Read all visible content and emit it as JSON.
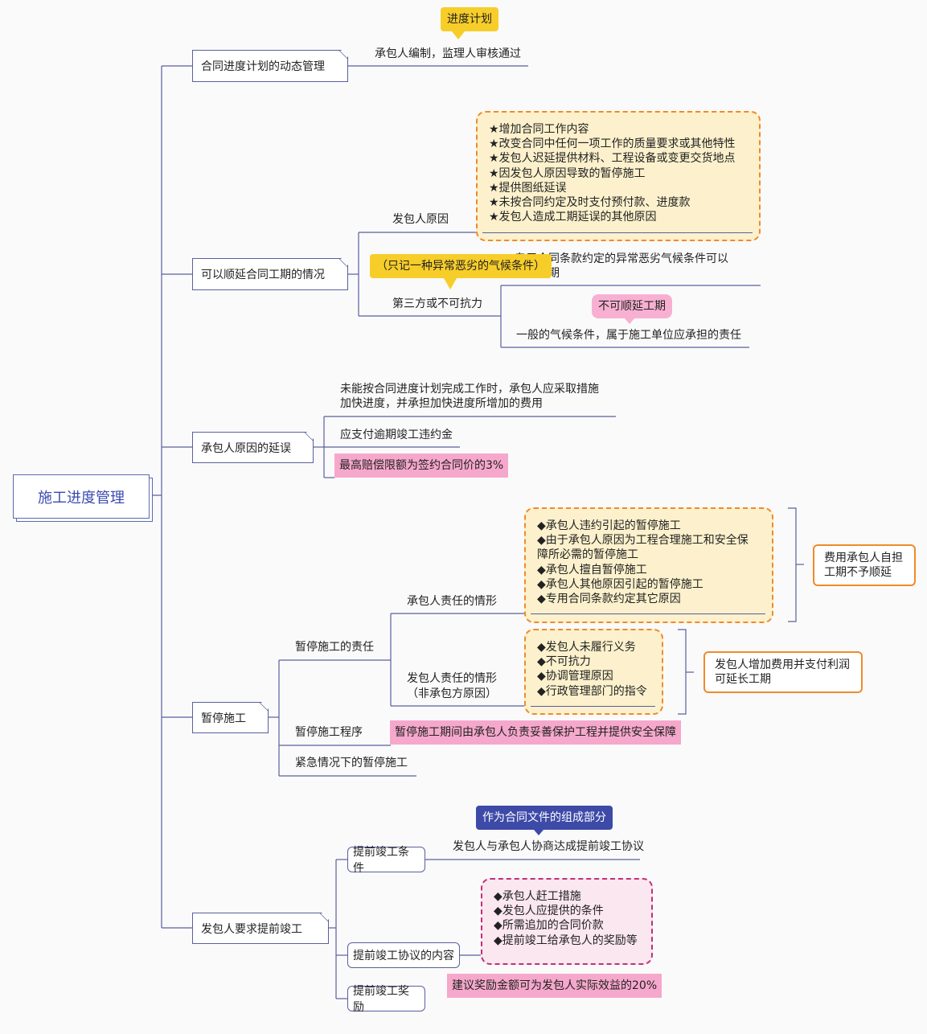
{
  "root": "施工进度管理",
  "b1": {
    "label": "合同进度计划的动态管理",
    "text": "承包人编制，监理人审核通过",
    "callout": "进度计划"
  },
  "b2": {
    "label": "可以顺延合同工期的情况",
    "employer": "发包人原因",
    "employer_items": [
      "★增加合同工作内容",
      "★改变合同中任何一项工作的质量要求或其他特性",
      "★发包人迟延提供材料、工程设备或变更交货地点",
      "★因发包人原因导致的暂停施工",
      "★提供图纸延误",
      "★未按合同约定及时支付预付款、进度款",
      "★发包人造成工期延误的其他原因"
    ],
    "third": "第三方或不可抗力",
    "third_a_line1": "专用合同条款约定的异常恶劣气候条件可以",
    "third_a_line2": "顺延工期",
    "third_a_callout": "（只记一种异常恶劣的气候条件）",
    "third_b": "一般的气候条件，属于施工单位应承担的责任",
    "third_b_callout": "不可顺延工期"
  },
  "b3": {
    "label": "承包人原因的延误",
    "item1_line1": "未能按合同进度计划完成工作时，承包人应采取措施",
    "item1_line2": "加快进度，并承担加快进度所增加的费用",
    "item2": "应支付逾期竣工违约金",
    "item3": "最高赔偿限额为签约合同价的3%"
  },
  "b4": {
    "label": "暂停施工",
    "resp": "暂停施工的责任",
    "contractor": "承包人责任的情形",
    "contractor_items": [
      "◆承包人违约引起的暂停施工",
      "◆由于承包人原因为工程合理施工和安全保",
      "障所必需的暂停施工",
      "◆承包人擅自暂停施工",
      "◆承包人其他原因引起的暂停施工",
      "◆专用合同条款约定其它原因"
    ],
    "contractor_summary": "费用承包人自担工期不予顺延",
    "employer_line1": "发包人责任的情形",
    "employer_line2": "（非承包方原因）",
    "employer_items": [
      "◆发包人未履行义务",
      "◆不可抗力",
      "◆协调管理原因",
      "◆行政管理部门的指令"
    ],
    "employer_summary": "发包人增加费用并支付利润可延长工期",
    "procedure": "暂停施工程序",
    "procedure_note": "暂停施工期间由承包人负责妥善保护工程并提供安全保障",
    "emergency": "紧急情况下的暂停施工"
  },
  "b5": {
    "label": "发包人要求提前竣工",
    "cond": "提前竣工条件",
    "cond_text": "发包人与承包人协商达成提前竣工协议",
    "cond_callout": "作为合同文件的组成部分",
    "content": "提前竣工协议的内容",
    "content_items": [
      "◆承包人赶工措施",
      "◆发包人应提供的条件",
      "◆所需追加的合同价款",
      "◆提前竣工给承包人的奖励等"
    ],
    "reward": "提前竣工奖励",
    "reward_note": "建议奖励金额可为发包人实际效益的20%"
  },
  "colors": {
    "line": "#5a5f9e",
    "orange": "#f08a2a",
    "yellow_fill": "#fcf1cc",
    "pink_fill": "#fbe7ef",
    "pink_hl": "#f6a8cc",
    "callout_yellow": "#f7cd2a",
    "callout_blue": "#3d4aa8"
  }
}
